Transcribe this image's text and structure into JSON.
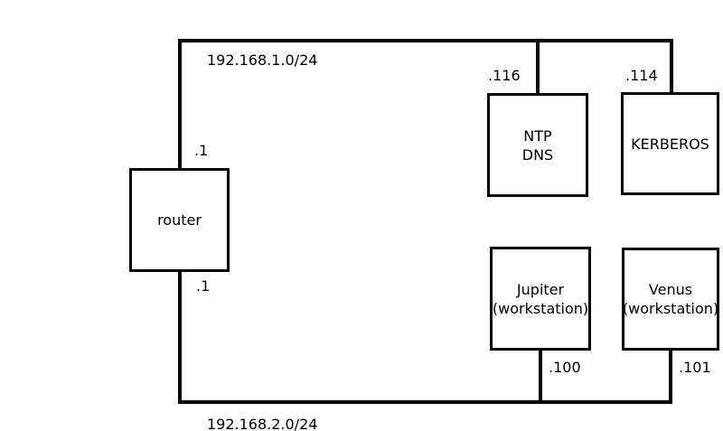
{
  "diagram": {
    "type": "network-topology",
    "colors": {
      "background": "#ffffff",
      "line": "#000000",
      "text": "#000000"
    },
    "networks": [
      {
        "id": "lan1",
        "cidr": "192.168.1.0/24"
      },
      {
        "id": "lan2",
        "cidr": "192.168.2.0/24"
      }
    ],
    "nodes": [
      {
        "id": "router",
        "lines": [
          "router"
        ],
        "interfaces": [
          {
            "network": "lan1",
            "address": ".1"
          },
          {
            "network": "lan2",
            "address": ".1"
          }
        ]
      },
      {
        "id": "ntp-dns-server",
        "lines": [
          "NTP",
          "DNS"
        ],
        "interfaces": [
          {
            "network": "lan1",
            "address": ".116"
          }
        ]
      },
      {
        "id": "kerberos-server",
        "lines": [
          "KERBEROS"
        ],
        "interfaces": [
          {
            "network": "lan1",
            "address": ".114"
          }
        ]
      },
      {
        "id": "jupiter-workstation",
        "lines": [
          "Jupiter",
          "(workstation)"
        ],
        "interfaces": [
          {
            "network": "lan2",
            "address": ".100"
          }
        ]
      },
      {
        "id": "venus-workstation",
        "lines": [
          "Venus",
          "(workstation)"
        ],
        "interfaces": [
          {
            "network": "lan2",
            "address": ".101"
          }
        ]
      }
    ]
  }
}
